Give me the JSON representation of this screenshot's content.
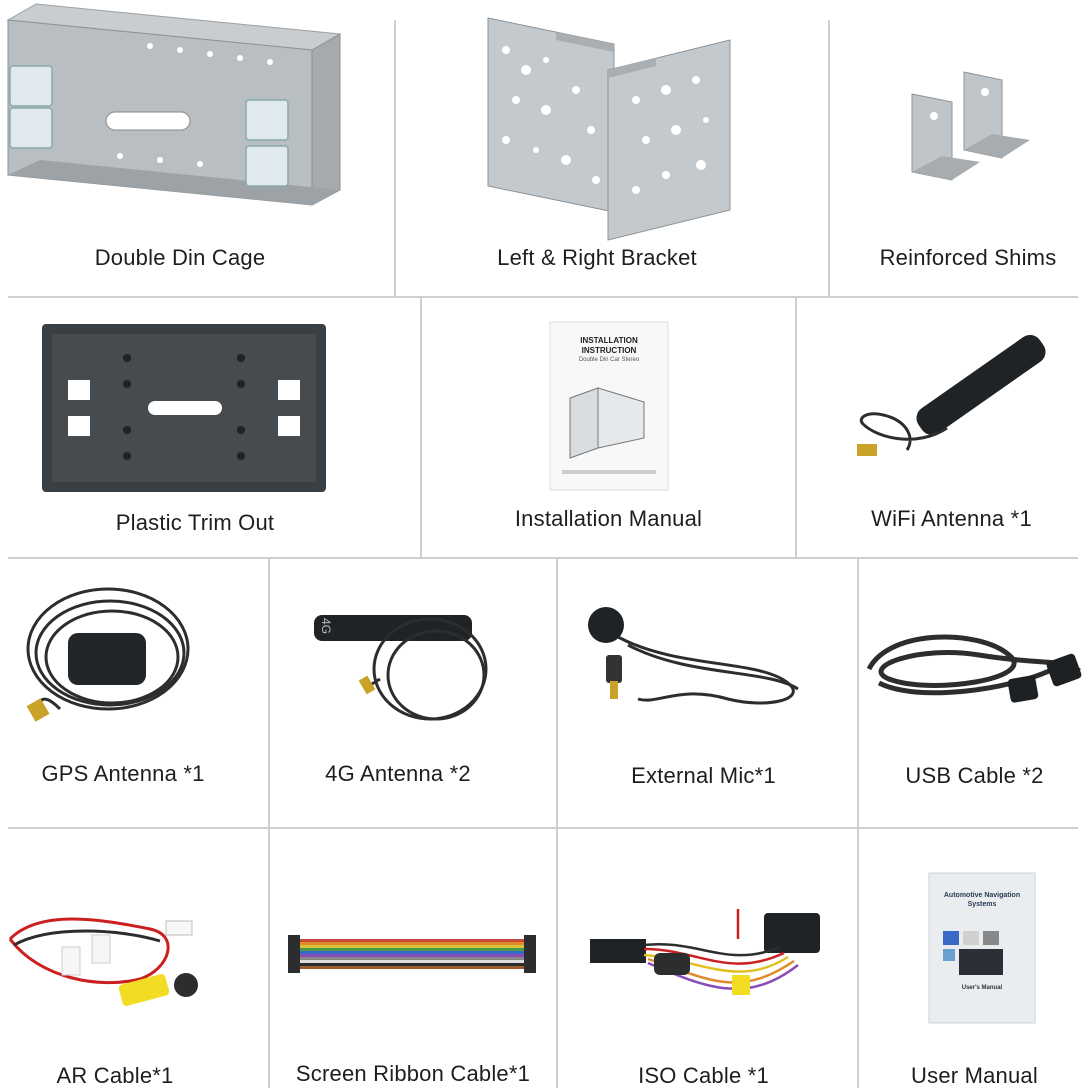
{
  "rows": [
    [
      {
        "name": "Double Din Cage",
        "icon": "double-din-cage-icon"
      },
      {
        "name": "Left & Right Bracket",
        "icon": "left-right-bracket-icon"
      },
      {
        "name": "Reinforced Shims",
        "icon": "reinforced-shims-icon"
      }
    ],
    [
      {
        "name": "Plastic Trim Out",
        "icon": "plastic-trim-icon"
      },
      {
        "name": "Installation Manual",
        "icon": "installation-manual-icon",
        "cover_title": "INSTALLATION\nINSTRUCTION",
        "cover_subtitle": "Double Din Car Stereo"
      },
      {
        "name": "WiFi Antenna *1",
        "icon": "wifi-antenna-icon"
      }
    ],
    [
      {
        "name": "GPS Antenna *1",
        "icon": "gps-antenna-icon"
      },
      {
        "name": "4G Antenna *2",
        "icon": "4g-antenna-icon",
        "antenna_text": "4G"
      },
      {
        "name": "External Mic*1",
        "icon": "external-mic-icon"
      },
      {
        "name": "USB Cable *2",
        "icon": "usb-cable-icon"
      }
    ],
    [
      {
        "name": "AR Cable*1",
        "icon": "ar-cable-icon"
      },
      {
        "name": "Screen Ribbon Cable*1",
        "icon": "ribbon-cable-icon"
      },
      {
        "name": "ISO Cable *1",
        "icon": "iso-cable-icon"
      },
      {
        "name": "User Manual",
        "icon": "user-manual-icon",
        "cover_title": "Automotive Navigation\nSystems",
        "cover_subtitle": "User's Manual"
      }
    ]
  ]
}
